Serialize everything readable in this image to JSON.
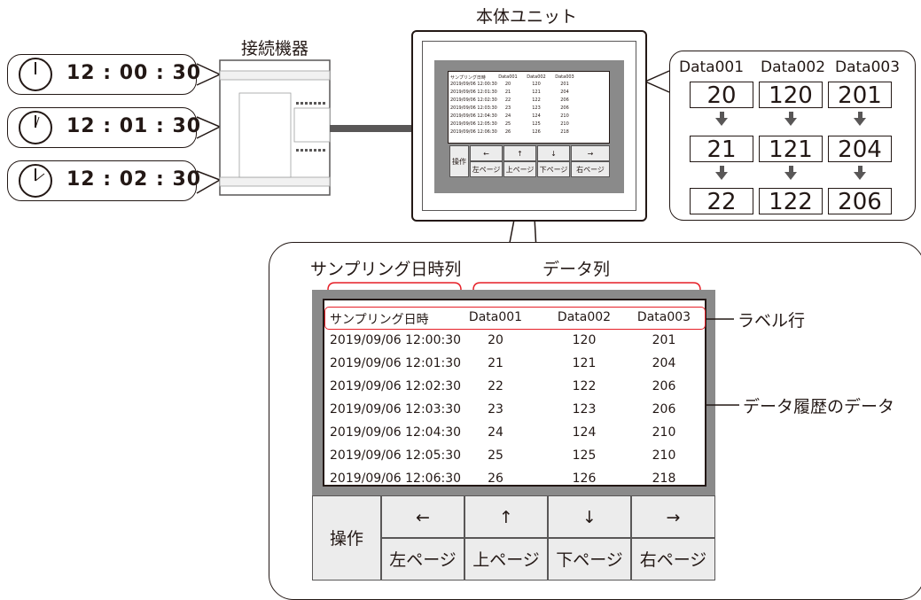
{
  "device_label": "接続機器",
  "unit_label": "本体ユニット",
  "clocks": [
    "12 : 00 : 30",
    "12 : 01 : 30",
    "12 : 02 : 30"
  ],
  "history_bubble": {
    "headers": [
      "Data001",
      "Data002",
      "Data003"
    ],
    "rows": [
      [
        "20",
        "120",
        "201"
      ],
      [
        "21",
        "121",
        "204"
      ],
      [
        "22",
        "122",
        "206"
      ]
    ]
  },
  "table": {
    "headers": [
      "サンプリング日時",
      "Data001",
      "Data002",
      "Data003"
    ],
    "rows": [
      [
        "2019/09/06 12:00:30",
        "20",
        "120",
        "201"
      ],
      [
        "2019/09/06 12:01:30",
        "21",
        "121",
        "204"
      ],
      [
        "2019/09/06 12:02:30",
        "22",
        "122",
        "206"
      ],
      [
        "2019/09/06 12:03:30",
        "23",
        "123",
        "206"
      ],
      [
        "2019/09/06 12:04:30",
        "24",
        "124",
        "210"
      ],
      [
        "2019/09/06 12:05:30",
        "25",
        "125",
        "210"
      ],
      [
        "2019/09/06 12:06:30",
        "26",
        "126",
        "218"
      ]
    ]
  },
  "buttons": {
    "operate": "操作",
    "left_arrow": "←",
    "up_arrow": "↑",
    "down_arrow": "↓",
    "right_arrow": "→",
    "left_page": "左ページ",
    "up_page": "上ページ",
    "down_page": "下ページ",
    "right_page": "右ページ"
  },
  "annotations": {
    "sampling_column": "サンプリング日時列",
    "data_column": "データ列",
    "label_row": "ラベル行",
    "history_data": "データ履歴のデータ"
  },
  "icons": [
    "clock-icon",
    "down-arrow-icon"
  ]
}
